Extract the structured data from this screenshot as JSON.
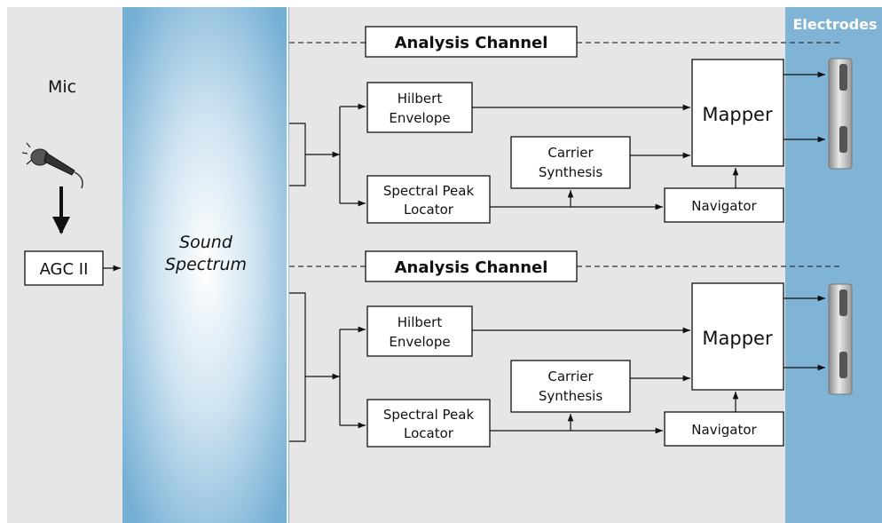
{
  "mic_label": "Mic",
  "agc_label": "AGC II",
  "spectrum": {
    "line1": "Sound",
    "line2": "Spectrum"
  },
  "electrodes_label": "Electrodes",
  "channels": [
    {
      "title": "Analysis Channel",
      "hilbert": {
        "line1": "Hilbert",
        "line2": "Envelope"
      },
      "spectral": {
        "line1": "Spectral Peak",
        "line2": "Locator"
      },
      "carrier": {
        "line1": "Carrier",
        "line2": "Synthesis"
      },
      "mapper": "Mapper",
      "navigator": "Navigator"
    },
    {
      "title": "Analysis Channel",
      "hilbert": {
        "line1": "Hilbert",
        "line2": "Envelope"
      },
      "spectral": {
        "line1": "Spectral Peak",
        "line2": "Locator"
      },
      "carrier": {
        "line1": "Carrier",
        "line2": "Synthesis"
      },
      "mapper": "Mapper",
      "navigator": "Navigator"
    }
  ],
  "colors": {
    "background": "#e6e6e8",
    "spectrum_blue": "#7fb4d6",
    "electrode_blue": "#7fb4d6"
  }
}
